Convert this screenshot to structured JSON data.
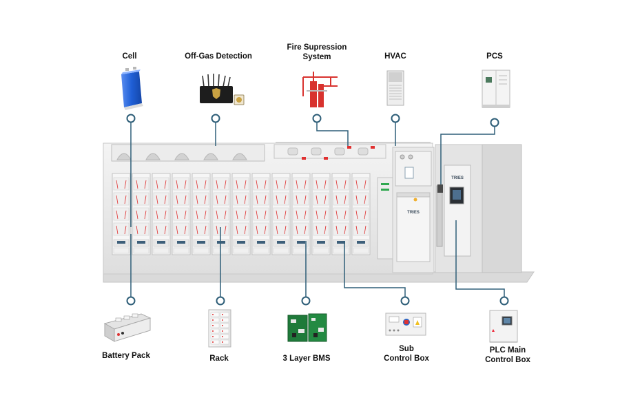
{
  "components": {
    "cell": {
      "label": "Cell"
    },
    "off_gas": {
      "label": "Off-Gas Detection"
    },
    "fire": {
      "label_line1": "Fire Supression",
      "label_line2": "System"
    },
    "hvac": {
      "label": "HVAC"
    },
    "pcs": {
      "label": "PCS"
    },
    "battery_pack": {
      "label": "Battery Pack"
    },
    "rack": {
      "label": "Rack"
    },
    "bms": {
      "label": "3 Layer BMS"
    },
    "sub_control": {
      "label_line1": "Sub",
      "label_line2": "Control Box"
    },
    "plc_control": {
      "label_line1": "PLC Main",
      "label_line2": "Control Box"
    }
  },
  "brand": {
    "cabinet_logo": "TRIES",
    "pcs_logo": "TRIES"
  },
  "colors": {
    "connector": "#2e5e78",
    "accent_red": "#e03030",
    "cell_blue": "#1f5fd6"
  }
}
